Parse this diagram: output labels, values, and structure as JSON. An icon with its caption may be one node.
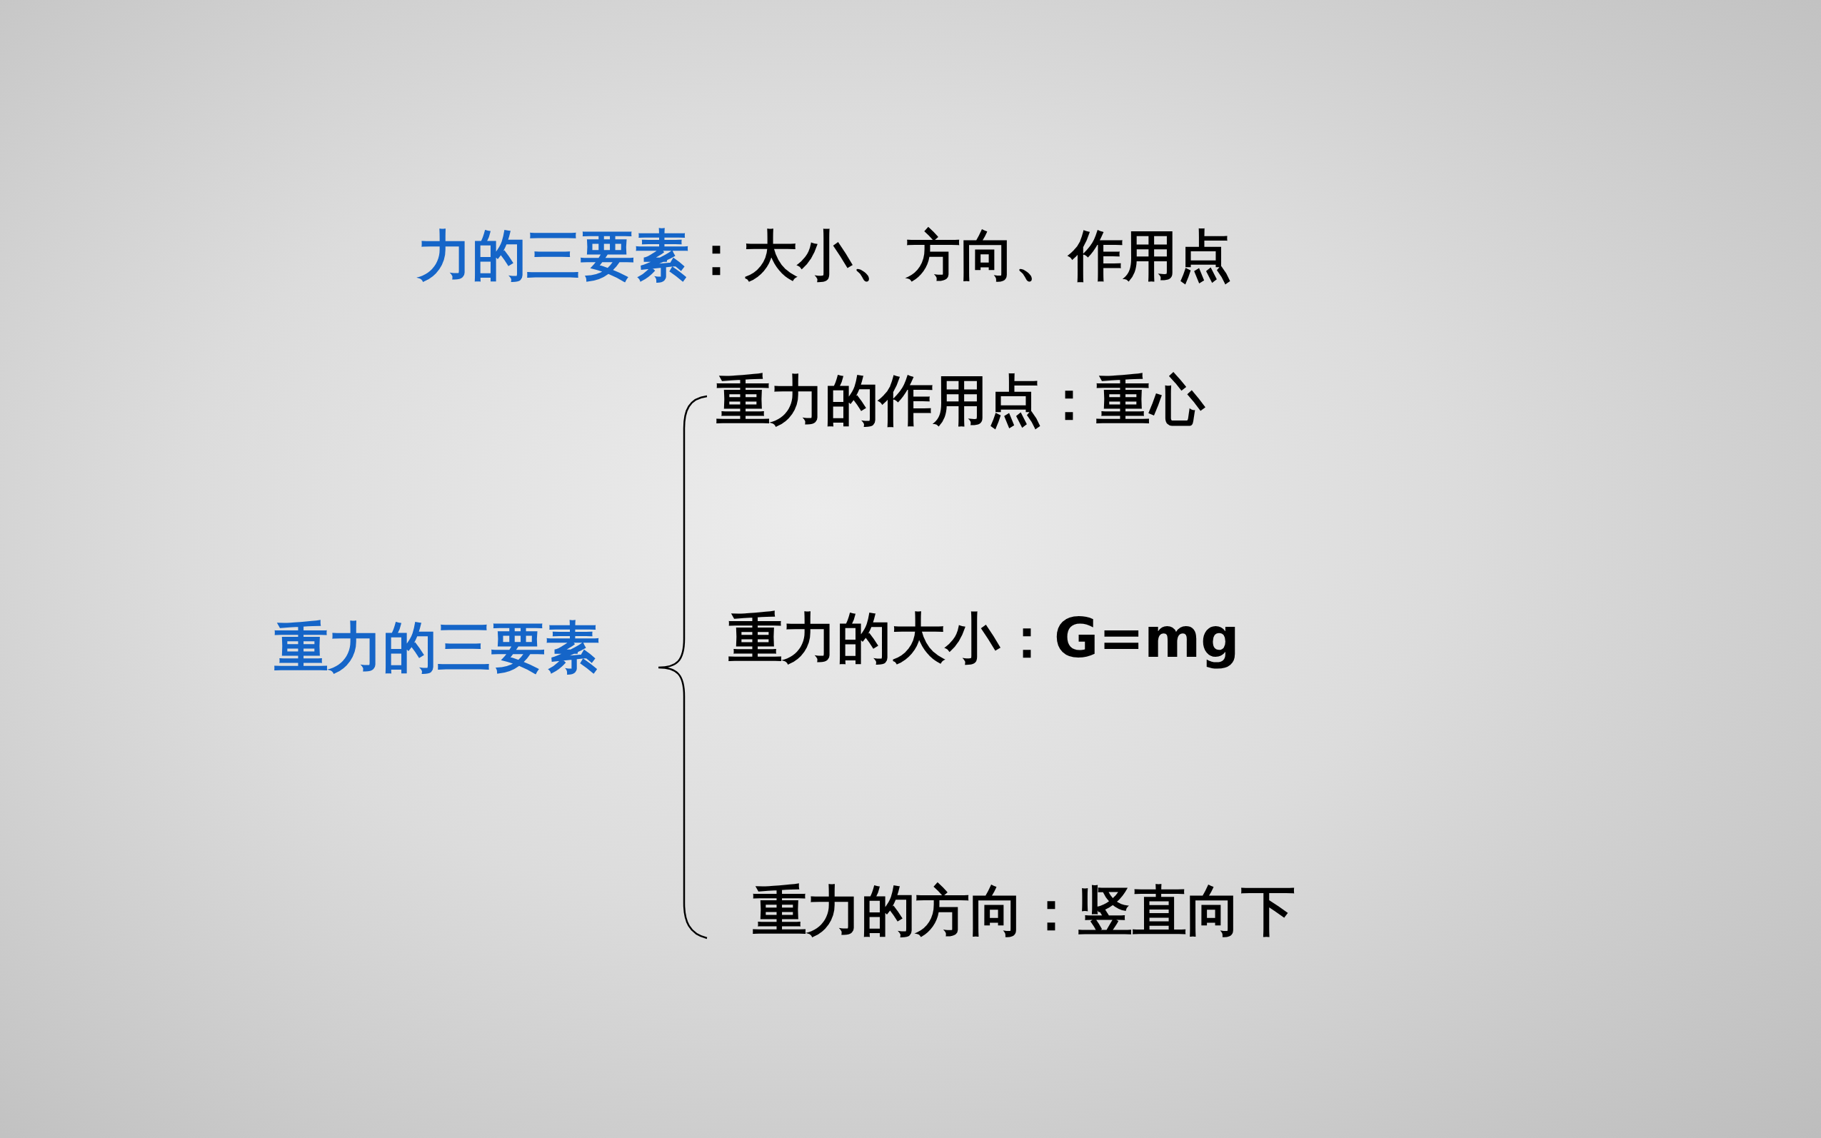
{
  "diagram": {
    "labels": [
      "力的三要素：大小、方向、作用点",
      "重力的作用点：重心",
      "重力的三要素",
      "重力的大小：G=mg",
      "重力的方向：竖直向下"
    ]
  }
}
